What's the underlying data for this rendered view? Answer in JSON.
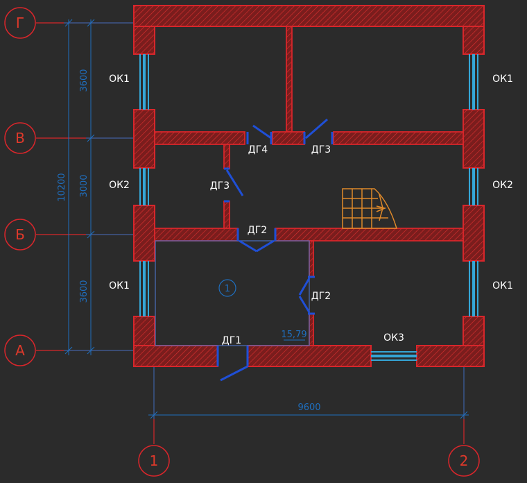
{
  "colors": {
    "background": "#2b2b2b",
    "wall": "#d8262b",
    "wall_fill": "#7a1d1d",
    "dimension": "#1f6fbf",
    "door": "#1f4fd6",
    "window": "#35a6d6",
    "axis": "#d8262b",
    "stair": "#e08a2a",
    "label": "#ffffff"
  },
  "axes": {
    "rows": [
      "Г",
      "В",
      "Б",
      "А"
    ],
    "cols": [
      "1",
      "2"
    ]
  },
  "dimensions": {
    "total_height": "10200",
    "segments": [
      "3600",
      "3000",
      "3600"
    ],
    "total_width": "9600"
  },
  "windows": {
    "ok1": "ОК1",
    "ok2": "ОК2",
    "ok3": "ОК3"
  },
  "doors": {
    "dg1": "ДГ1",
    "dg2": "ДГ2",
    "dg3": "ДГ3",
    "dg4": "ДГ4"
  },
  "room": {
    "number": "1",
    "area": "15,79"
  },
  "icons": {
    "stair": "stair-icon"
  }
}
